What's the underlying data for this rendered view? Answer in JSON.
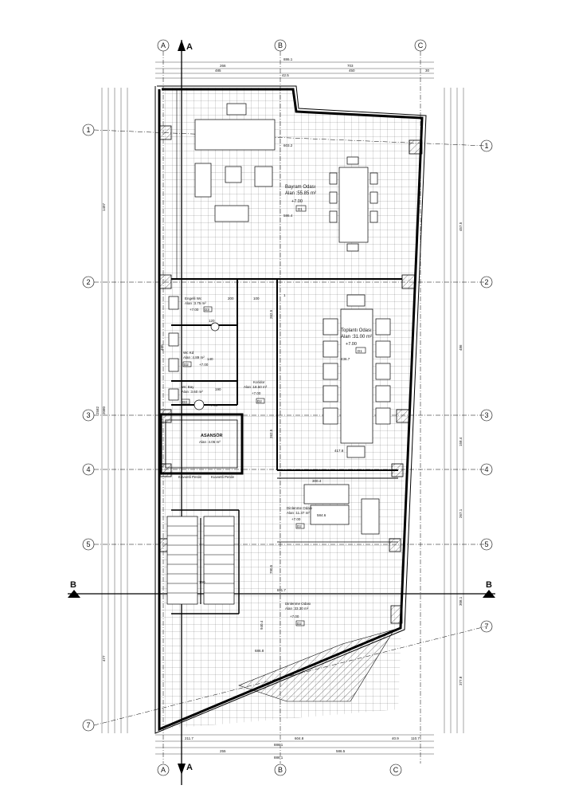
{
  "grid_axes": {
    "columns": [
      "A",
      "B",
      "C"
    ],
    "rows": [
      "1",
      "2",
      "3",
      "4",
      "5",
      "7"
    ]
  },
  "section_marks": {
    "vertical": "A",
    "horizontal": "B"
  },
  "rooms": [
    {
      "name": "Bayram Odası",
      "area": "Alan :55.85 m²",
      "elev": "+7.00",
      "code": "D1"
    },
    {
      "name": "Toplantı Odası",
      "area": "Alan :31.00 m²",
      "elev": "+7.00",
      "code": "D1"
    },
    {
      "name": "Engelli Wc",
      "area": "Alan :3.75 m²",
      "elev": "+7.00",
      "code": "D3"
    },
    {
      "name": "Wc Kd",
      "area": "Alan :4.89 m²",
      "elev": "+7.00",
      "code": "D2"
    },
    {
      "name": "Wc Bay",
      "area": "Alan :3.60 m²",
      "elev": "+7.00",
      "code": "D3"
    },
    {
      "name": "Koridor",
      "area": "Alan :18.50 m²",
      "elev": "+7.00",
      "code": "D2"
    },
    {
      "name": "ASANSÖR",
      "area": "Alan :4.06 m²",
      "elev": "",
      "code": ""
    },
    {
      "name": "Dinlenme Odası",
      "area": "Alan :11.37 m²",
      "elev": "+7.00",
      "code": "D2"
    },
    {
      "name": "Dinlenme Odası",
      "area": "Alan :33.30 m²",
      "elev": "+7.00",
      "code": "D2"
    }
  ],
  "dimensions": {
    "top_total": "886.1",
    "top_parts": [
      "266",
      "703"
    ],
    "top_sub": [
      "485",
      "42.5",
      "450",
      "30"
    ],
    "bottom_total": "886.1",
    "bottom_parts": [
      "211.7",
      "604.8",
      "40.9",
      "110.7"
    ],
    "bottom_sub": [
      "255",
      "586.5"
    ],
    "bottom_row": "886.1",
    "left_total": "2582",
    "left_parts": [
      "1497",
      "2080",
      "477"
    ],
    "right_parts": [
      "457.5",
      "486",
      "158.4",
      "267.1",
      "308.1",
      "377.8"
    ],
    "inner": [
      "603.2",
      "586.4",
      "436.7",
      "417.8",
      "300.4",
      "584.6",
      "940.4",
      "811.7",
      "686.8",
      "1",
      "480",
      "262.5",
      "262.5",
      "790.5",
      "100",
      "200",
      "120",
      "140",
      "190",
      "150"
    ]
  },
  "notes": {
    "corridor_note": "Kuvvetli Perde",
    "elevator_door": "Kuvvetli Perde"
  }
}
